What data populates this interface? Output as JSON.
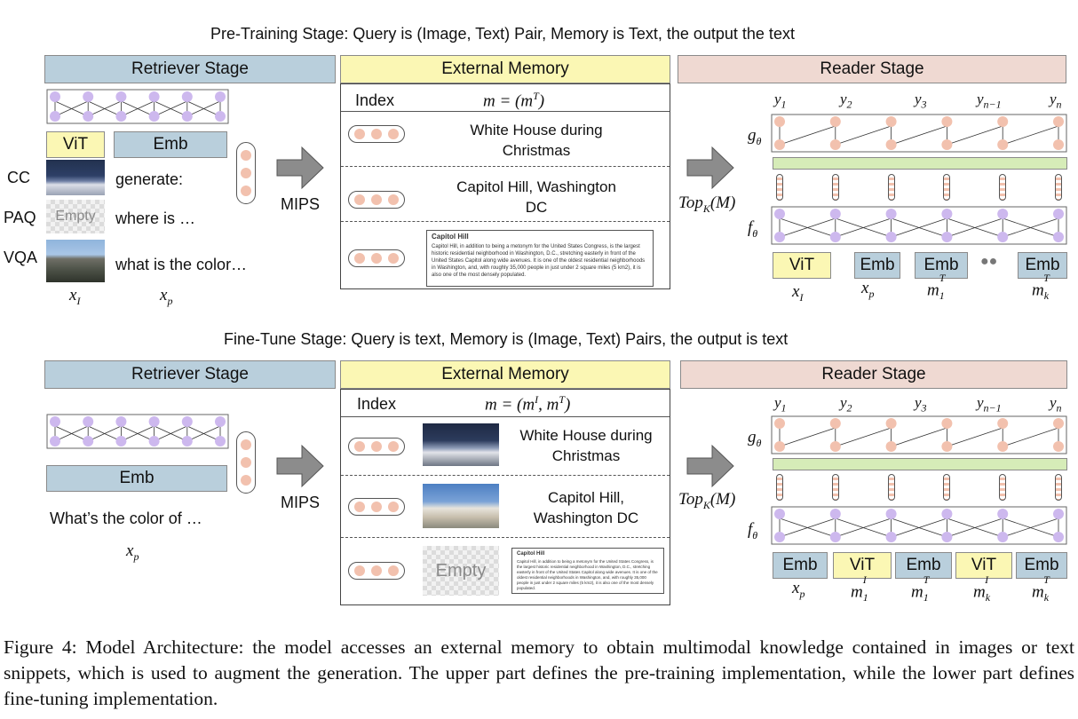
{
  "pretrain": {
    "title": "Pre-Training Stage: Query is (Image, Text) Pair, Memory is Text, the output the text",
    "retriever": {
      "header": "Retriever Stage",
      "vit": "ViT",
      "emb": "Emb",
      "datasets": [
        "CC",
        "PAQ",
        "VQA"
      ],
      "prompts": [
        "generate:",
        "where is …",
        "what is the color…"
      ],
      "empty": "Empty",
      "xi": "x",
      "xi_sub": "I",
      "xp": "x",
      "xp_sub": "p"
    },
    "mips": "MIPS",
    "memory": {
      "header": "External Memory",
      "index": "Index",
      "formula": "m = (m",
      "formula_sup": "T",
      "formula_end": ")",
      "entries": [
        "White House during Christmas",
        "Capitol Hill, Washington DC"
      ],
      "snippet_title": "Capitol Hill",
      "snippet_text": "Capitol Hill, in addition to being a metonym for the United States Congress, is the largest historic residential neighborhood in Washington, D.C., stretching easterly in front of the United States Capitol along wide avenues. It is one of the oldest residential neighborhoods in Washington, and, with roughly 35,000 people in just under 2 square miles (5 km2), it is also one of the most densely populated."
    },
    "topk": "Top",
    "topk_sub": "K",
    "topk_end": "(M)",
    "reader": {
      "header": "Reader Stage",
      "g": "g",
      "g_sub": "θ",
      "f": "f",
      "f_sub": "θ",
      "outputs": [
        "y1",
        "y2",
        "y3",
        "yn−1",
        "yn"
      ],
      "tokens": [
        "ViT",
        "Emb",
        "Emb",
        "Emb"
      ],
      "dots": "●●",
      "token_labels": [
        "x_I",
        "x_p",
        "m_1^T",
        "m_k^T"
      ]
    }
  },
  "finetune": {
    "title": "Fine-Tune Stage: Query is text, Memory is (Image, Text) Pairs, the output is text",
    "retriever": {
      "header": "Retriever Stage",
      "emb": "Emb",
      "prompt": "What’s the color of …",
      "xp": "x",
      "xp_sub": "p"
    },
    "mips": "MIPS",
    "memory": {
      "header": "External Memory",
      "index": "Index",
      "formula": "m = (m",
      "formula_sup1": "I",
      "formula_mid": ", m",
      "formula_sup2": "T",
      "formula_end": ")",
      "entries": [
        "White House during Christmas",
        "Capitol Hill, Washington DC"
      ],
      "empty": "Empty",
      "snippet_title": "Capitol Hill",
      "snippet_text": "Capitol Hill, in addition to being a metonym for the United States Congress, is the largest historic residential neighborhood in Washington, D.C., stretching easterly in front of the United States Capitol along wide avenues. It is one of the oldest residential neighborhoods in Washington, and, with roughly 35,000 people in just under 2 square miles (5 km2), it is also one of the most densely populated."
    },
    "topk": "Top",
    "topk_sub": "K",
    "topk_end": "(M)",
    "reader": {
      "header": "Reader Stage",
      "g": "g",
      "g_sub": "θ",
      "f": "f",
      "f_sub": "θ",
      "outputs": [
        "y1",
        "y2",
        "y3",
        "yn−1",
        "yn"
      ],
      "tokens": [
        "Emb",
        "ViT",
        "Emb",
        "ViT",
        "Emb"
      ],
      "token_labels": [
        "x_p",
        "m_1^I",
        "m_1^T",
        "m_k^I",
        "m_k^T"
      ]
    }
  },
  "caption": "Figure 4: Model Architecture: the model accesses an external memory to obtain multimodal knowledge contained in images or text snippets, which is used to augment the generation.  The upper part defines the pre-training implementation, while the lower part defines fine-tuning implementation.",
  "colors": {
    "retriever": "#b9cfdc",
    "memory": "#fbf7b4",
    "reader": "#efd9d2",
    "bridge": "#d6ecb8",
    "purple_node": "#cdb8ee",
    "peach_node": "#f2c1ae"
  }
}
